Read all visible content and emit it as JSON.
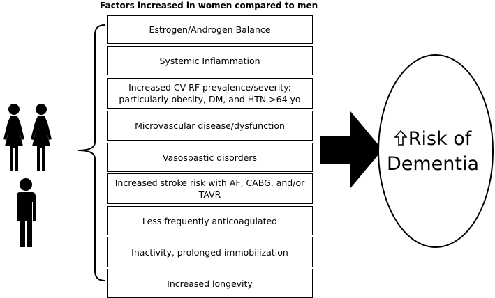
{
  "title": "Factors increased in women compared to men",
  "factors": [
    "Estrogen/Androgen Balance",
    "Systemic Inflammation",
    "Increased CV RF prevalence/severity: particularly obesity, DM, and HTN >64 yo",
    "Microvascular disease/dysfunction",
    "Vasospastic disorders",
    "Increased stroke risk with AF, CABG, and/or TAVR",
    "Less frequently anticoagulated",
    "Inactivity, prolonged immobilization",
    "Increased longevity"
  ],
  "outcome": {
    "line1": "Risk of",
    "line2": "Dementia"
  },
  "icons": [
    "woman-figure-icon",
    "woman-figure-icon",
    "man-figure-icon",
    "right-arrow-icon",
    "up-arrow-outline-icon"
  ]
}
